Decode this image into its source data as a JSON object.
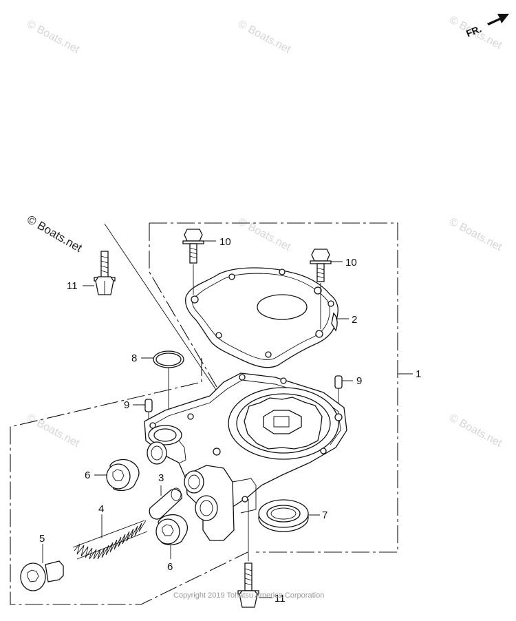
{
  "watermarks": [
    "© Boats.net",
    "© Boats.net",
    "© Boats.net",
    "© Boats.net",
    "© Boats.net",
    "© Boats.net",
    "© Boats.net"
  ],
  "watermark_main": "© Boats.net",
  "direction_label": "FR.",
  "copyright": "Copyright 2019 Tohatsu America Corporation",
  "callouts": {
    "c1": "1",
    "c2": "2",
    "c3": "3",
    "c4": "4",
    "c5": "5",
    "c6a": "6",
    "c6b": "6",
    "c7": "7",
    "c8": "8",
    "c9a": "9",
    "c9b": "9",
    "c10a": "10",
    "c10b": "10",
    "c11a": "11",
    "c11b": "11"
  }
}
